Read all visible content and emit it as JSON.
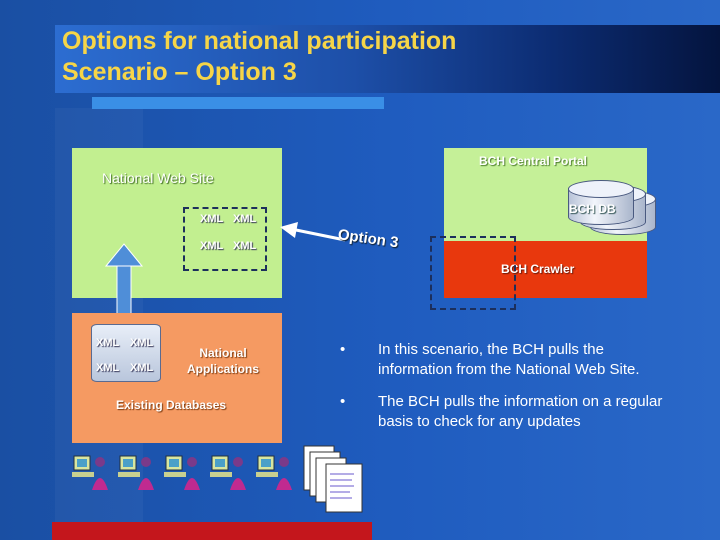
{
  "slide": {
    "title_line1": "Options for national participation",
    "title_line2": "Scenario – Option 3",
    "colors": {
      "title": "#f6d548",
      "national": "#c2ef90",
      "crawler": "#e8380d",
      "existing": "#f59a62"
    }
  },
  "national_web_site": {
    "label": "National Web Site",
    "xml_labels": [
      "XML",
      "XML",
      "XML",
      "XML"
    ]
  },
  "bch_portal": {
    "label": "BCH Central Portal",
    "db_label": "BCH DB",
    "crawler_label": "BCH Crawler"
  },
  "option_label": "Option 3",
  "existing_databases": {
    "label": "Existing Databases",
    "xml_labels": [
      "XML",
      "XML",
      "XML",
      "XML"
    ],
    "national_applications": "National Applications"
  },
  "bullets": [
    {
      "symbol": "•",
      "text": "In this scenario, the BCH pulls the information from the National Web Site."
    },
    {
      "symbol": "•",
      "text": "The BCH pulls the information on a regular basis to check for any updates"
    }
  ],
  "icons": {
    "users": "computer-user-icon",
    "documents": "document-stack-icon",
    "arrow_up": "arrow-up-icon",
    "arrow_left": "arrow-left-icon",
    "database": "database-icon"
  }
}
